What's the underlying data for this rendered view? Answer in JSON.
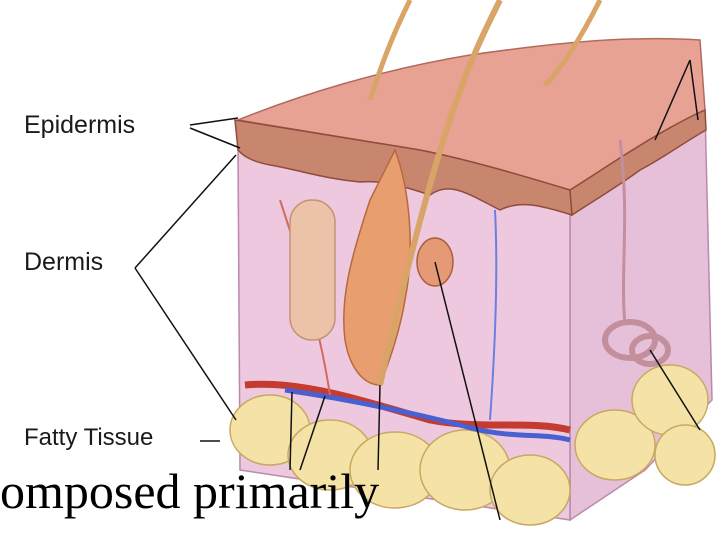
{
  "labels": {
    "epidermis": "Epidermis",
    "dermis": "Dermis",
    "fatty_tissue": "Fatty Tissue"
  },
  "caption": "omposed primarily",
  "colors": {
    "epidermis": "#c9866f",
    "dermis": "#ecc6dc",
    "fat": "#f4e2a6",
    "artery": "#c43b2f",
    "vein": "#4a5fd0",
    "hair": "#d8a468"
  }
}
